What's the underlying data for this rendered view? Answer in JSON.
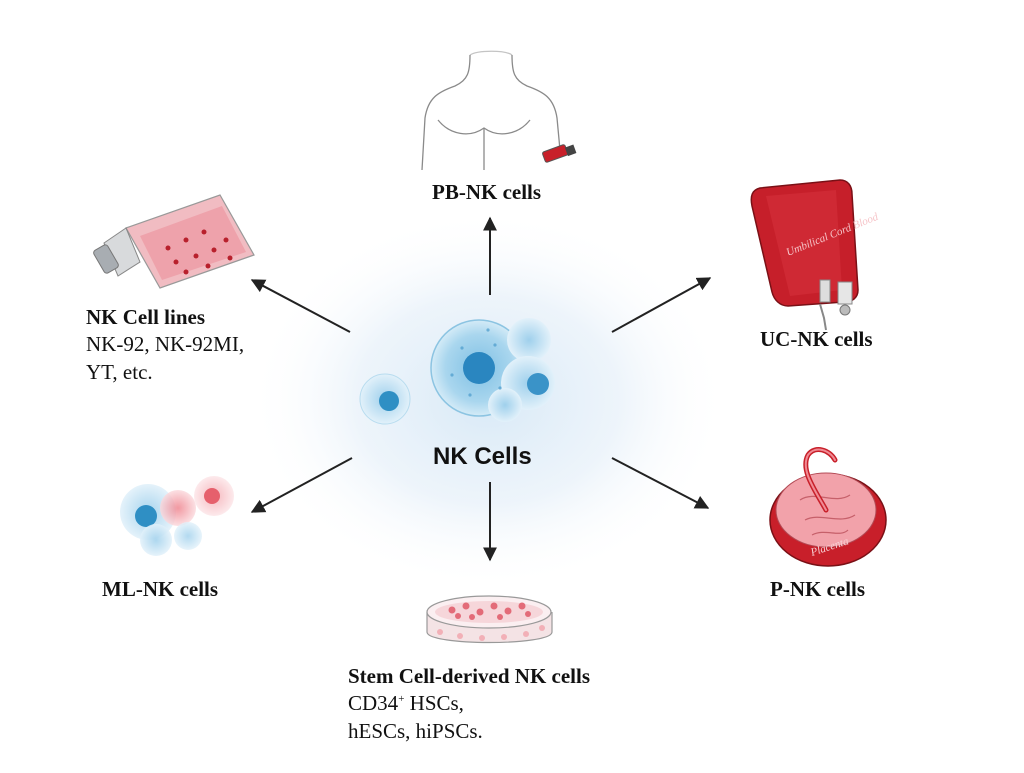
{
  "center": {
    "label": "NK Cells"
  },
  "sources": {
    "pb": {
      "label": "PB-NK cells"
    },
    "uc": {
      "label": "UC-NK cells",
      "bag_text": "Umbilical Cord Blood"
    },
    "p": {
      "label": "P-NK cells",
      "placenta_text": "Placenta"
    },
    "stem": {
      "label": "Stem Cell-derived NK cells",
      "line1_main": "CD34",
      "line1_sup": "+",
      "line1_rest": " HSCs,",
      "line2": "hESCs, hiPSCs."
    },
    "ml": {
      "label": "ML-NK cells"
    },
    "lines": {
      "label": "NK Cell lines",
      "line1": "NK-92, NK-92MI,",
      "line2": "YT, etc."
    }
  },
  "colors": {
    "cell_blue": "#2f8fc4",
    "cell_light": "#bfe0f2",
    "red": "#c8202a",
    "pink": "#f2a0a8",
    "glow": "#dceaf6"
  }
}
